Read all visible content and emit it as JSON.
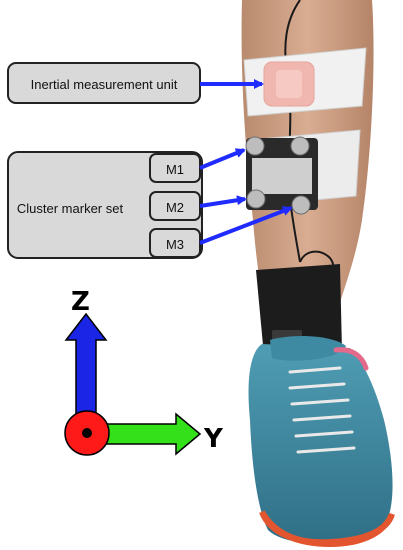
{
  "labels": {
    "imu": "Inertial measurement unit",
    "cluster": "Cluster marker set",
    "markers": [
      "M1",
      "M2",
      "M3"
    ]
  },
  "axes": {
    "z": "Z",
    "y": "Y"
  },
  "colors": {
    "arrow_blue": "#1f2bff",
    "axis_z_blue": "#1a25e6",
    "axis_y_green": "#33e01a",
    "origin_red": "#ff1a1a",
    "box_fill": "#d9d9d9",
    "box_stroke": "#222222"
  }
}
